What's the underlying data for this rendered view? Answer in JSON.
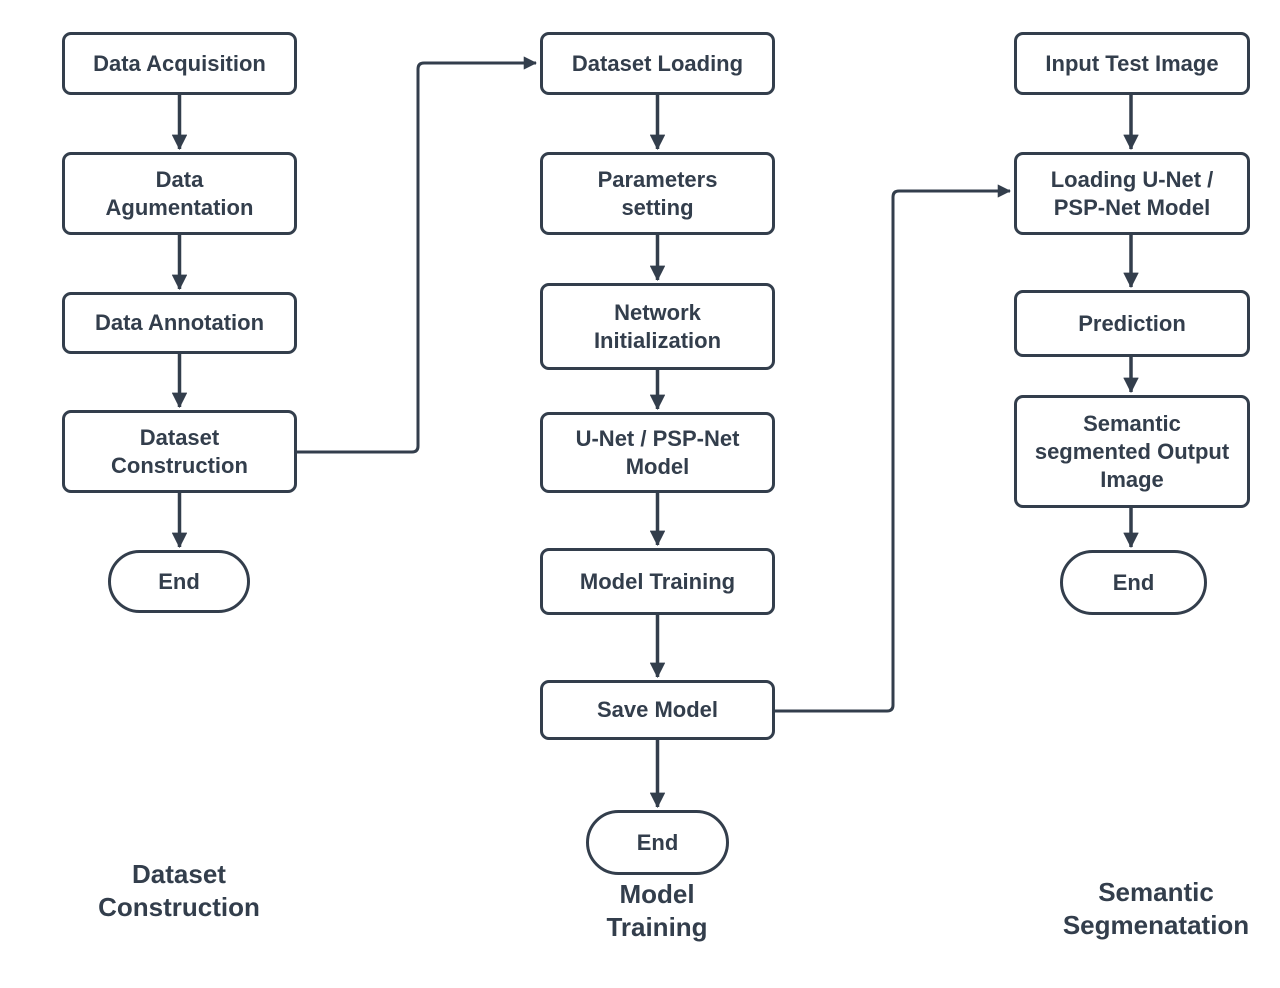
{
  "diagram": {
    "colors": {
      "stroke": "#333e4c",
      "text": "#333e4c",
      "background": "#ffffff"
    },
    "columns": [
      {
        "caption": "Dataset\nConstruction",
        "nodes": [
          {
            "id": "data-acquisition",
            "shape": "process",
            "label": "Data Acquisition"
          },
          {
            "id": "data-agumentation",
            "shape": "process",
            "label": "Data\nAgumentation"
          },
          {
            "id": "data-annotation",
            "shape": "process",
            "label": "Data Annotation"
          },
          {
            "id": "dataset-construction",
            "shape": "process",
            "label": "Dataset\nConstruction"
          },
          {
            "id": "end-1",
            "shape": "terminator",
            "label": "End"
          }
        ]
      },
      {
        "caption": "Model\nTraining",
        "nodes": [
          {
            "id": "dataset-loading",
            "shape": "process",
            "label": "Dataset Loading"
          },
          {
            "id": "parameters-setting",
            "shape": "process",
            "label": "Parameters\nsetting"
          },
          {
            "id": "network-initialization",
            "shape": "process",
            "label": "Network\nInitialization"
          },
          {
            "id": "unet-pspnet-model",
            "shape": "process",
            "label": "U-Net / PSP-Net\nModel"
          },
          {
            "id": "model-training",
            "shape": "process",
            "label": "Model Training"
          },
          {
            "id": "save-model",
            "shape": "process",
            "label": "Save Model"
          },
          {
            "id": "end-2",
            "shape": "terminator",
            "label": "End"
          }
        ]
      },
      {
        "caption": "Semantic\nSegmenatation",
        "nodes": [
          {
            "id": "input-test-image",
            "shape": "process",
            "label": "Input Test Image"
          },
          {
            "id": "loading-unet-pspnet-model",
            "shape": "process",
            "label": "Loading U-Net /\nPSP-Net Model"
          },
          {
            "id": "prediction",
            "shape": "process",
            "label": "Prediction"
          },
          {
            "id": "semantic-segmented-output-image",
            "shape": "process",
            "label": "Semantic\nsegmented Output\nImage"
          },
          {
            "id": "end-3",
            "shape": "terminator",
            "label": "End"
          }
        ]
      }
    ],
    "edges": [
      {
        "from": "data-acquisition",
        "to": "data-agumentation"
      },
      {
        "from": "data-agumentation",
        "to": "data-annotation"
      },
      {
        "from": "data-annotation",
        "to": "dataset-construction"
      },
      {
        "from": "dataset-construction",
        "to": "end-1"
      },
      {
        "from": "dataset-construction",
        "to": "dataset-loading"
      },
      {
        "from": "dataset-loading",
        "to": "parameters-setting"
      },
      {
        "from": "parameters-setting",
        "to": "network-initialization"
      },
      {
        "from": "network-initialization",
        "to": "unet-pspnet-model"
      },
      {
        "from": "unet-pspnet-model",
        "to": "model-training"
      },
      {
        "from": "model-training",
        "to": "save-model"
      },
      {
        "from": "save-model",
        "to": "end-2"
      },
      {
        "from": "save-model",
        "to": "loading-unet-pspnet-model"
      },
      {
        "from": "input-test-image",
        "to": "loading-unet-pspnet-model"
      },
      {
        "from": "loading-unet-pspnet-model",
        "to": "prediction"
      },
      {
        "from": "prediction",
        "to": "semantic-segmented-output-image"
      },
      {
        "from": "semantic-segmented-output-image",
        "to": "end-3"
      }
    ]
  }
}
